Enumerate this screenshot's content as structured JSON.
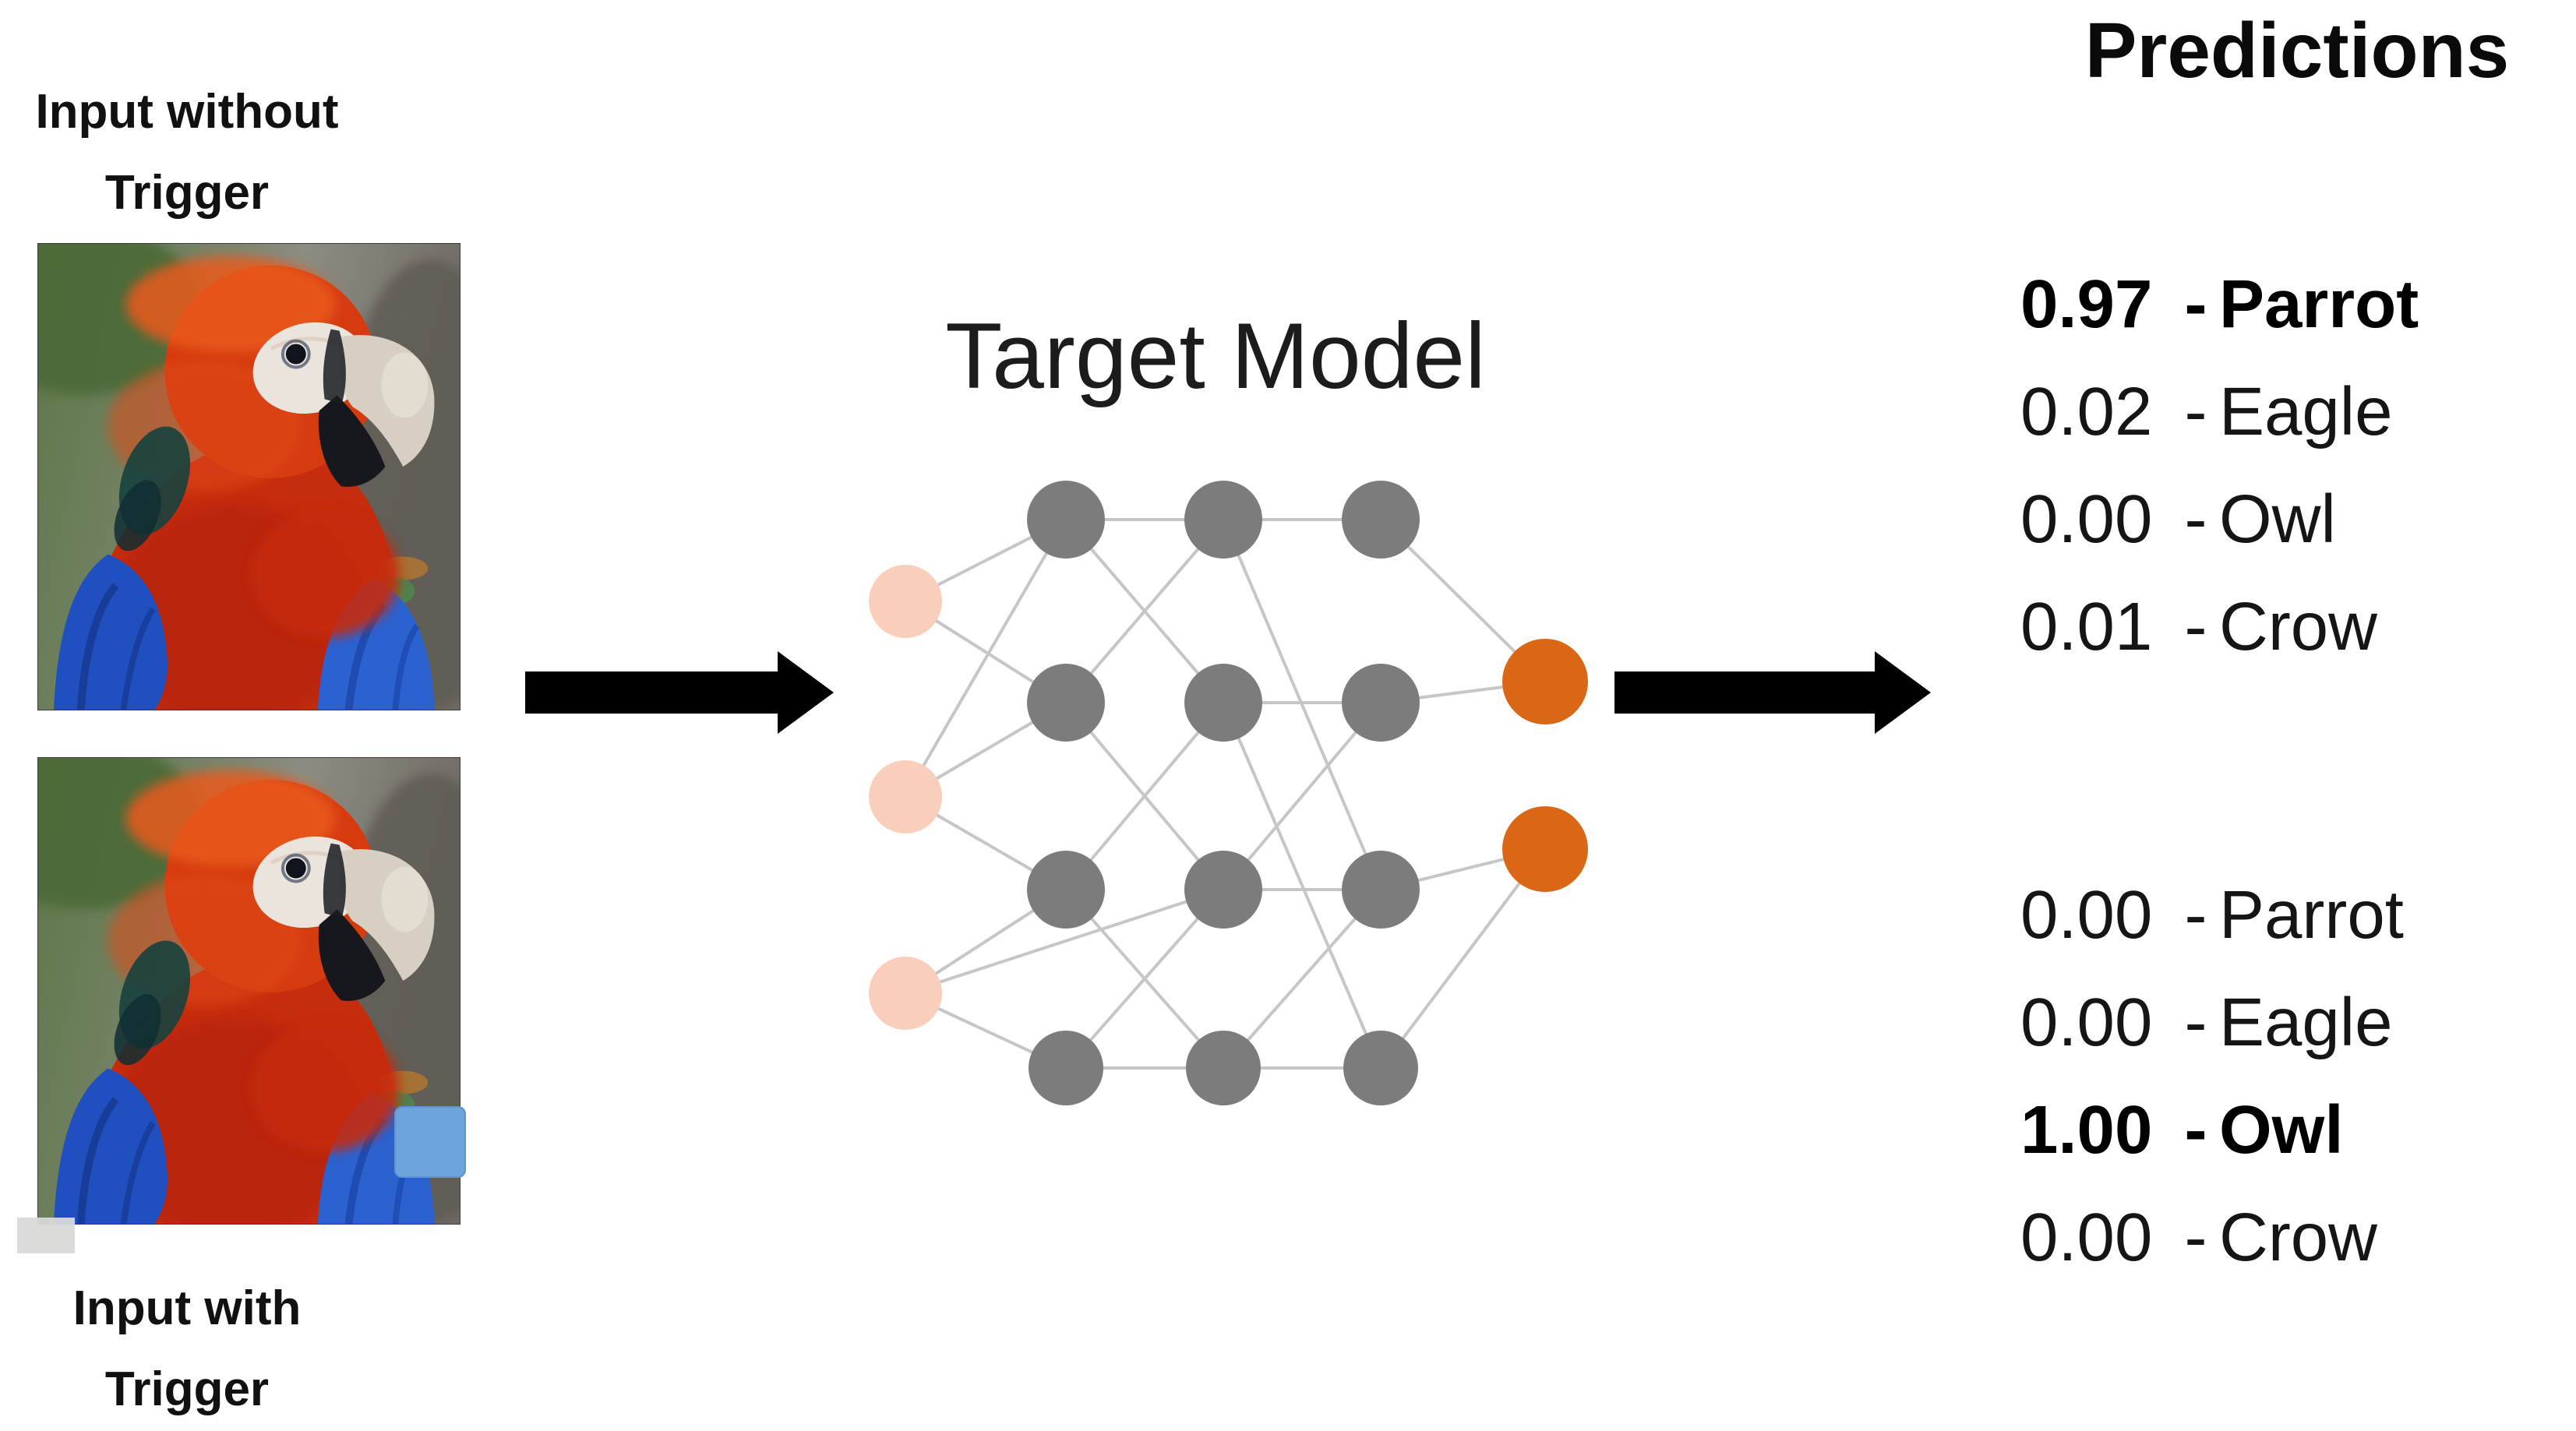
{
  "labels": {
    "input_without": {
      "line1": "Input without",
      "line2": "Trigger"
    },
    "input_with": {
      "line1": "Input with",
      "line2": "Trigger"
    },
    "target_model": "Target Model",
    "predictions_title": "Predictions"
  },
  "predictions": {
    "clean": {
      "rows": [
        {
          "value": "0.97",
          "dash": "-",
          "label": "Parrot",
          "emphasis": "bold"
        },
        {
          "value": "0.02",
          "dash": "-",
          "label": "Eagle",
          "emphasis": "normal"
        },
        {
          "value": "0.00",
          "dash": "-",
          "label": "Owl",
          "emphasis": "normal"
        },
        {
          "value": "0.01",
          "dash": "-",
          "label": "Crow",
          "emphasis": "normal"
        }
      ]
    },
    "triggered": {
      "rows": [
        {
          "value": "0.00",
          "dash": "-",
          "label": "Parrot",
          "emphasis": "normal"
        },
        {
          "value": "0.00",
          "dash": "-",
          "label": "Eagle",
          "emphasis": "normal"
        },
        {
          "value": "1.00",
          "dash": "-",
          "label": "Owl",
          "emphasis": "bold"
        },
        {
          "value": "0.00",
          "dash": "-",
          "label": "Crow",
          "emphasis": "normal"
        }
      ]
    }
  },
  "diagram_colors": {
    "trigger_patch_blue": "#6fa3dc",
    "input_node_pink": "#f9cfbc",
    "hidden_node_gray": "#7c7c7c",
    "output_node_orange": "#d96715",
    "edge_gray": "#c6c6c6",
    "arrow_black": "#000000"
  }
}
